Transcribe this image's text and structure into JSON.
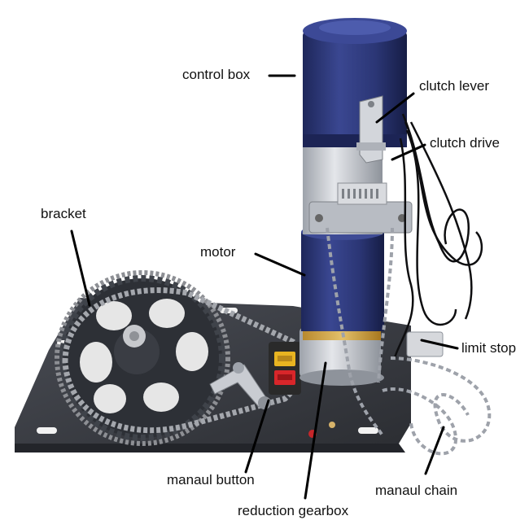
{
  "labels": {
    "control_box": "control box",
    "clutch_lever": "clutch lever",
    "clutch_drive": "clutch drive",
    "bracket": "bracket",
    "motor": "motor",
    "limit_stop": "limit stop",
    "manual_button": "manaul button",
    "manual_chain": "manaul chain",
    "reduction_gearbox": "reduction  gearbox"
  },
  "colors": {
    "motor_blue": "#2e3a7a",
    "housing_silver": "#c9ccd2",
    "plate_dark": "#3b3e45",
    "gear_dark": "#2d3036",
    "button_panel": "#2a2a2a",
    "button_red": "#d8262a",
    "button_yellow": "#e8b421",
    "leader_line": "#000000"
  }
}
